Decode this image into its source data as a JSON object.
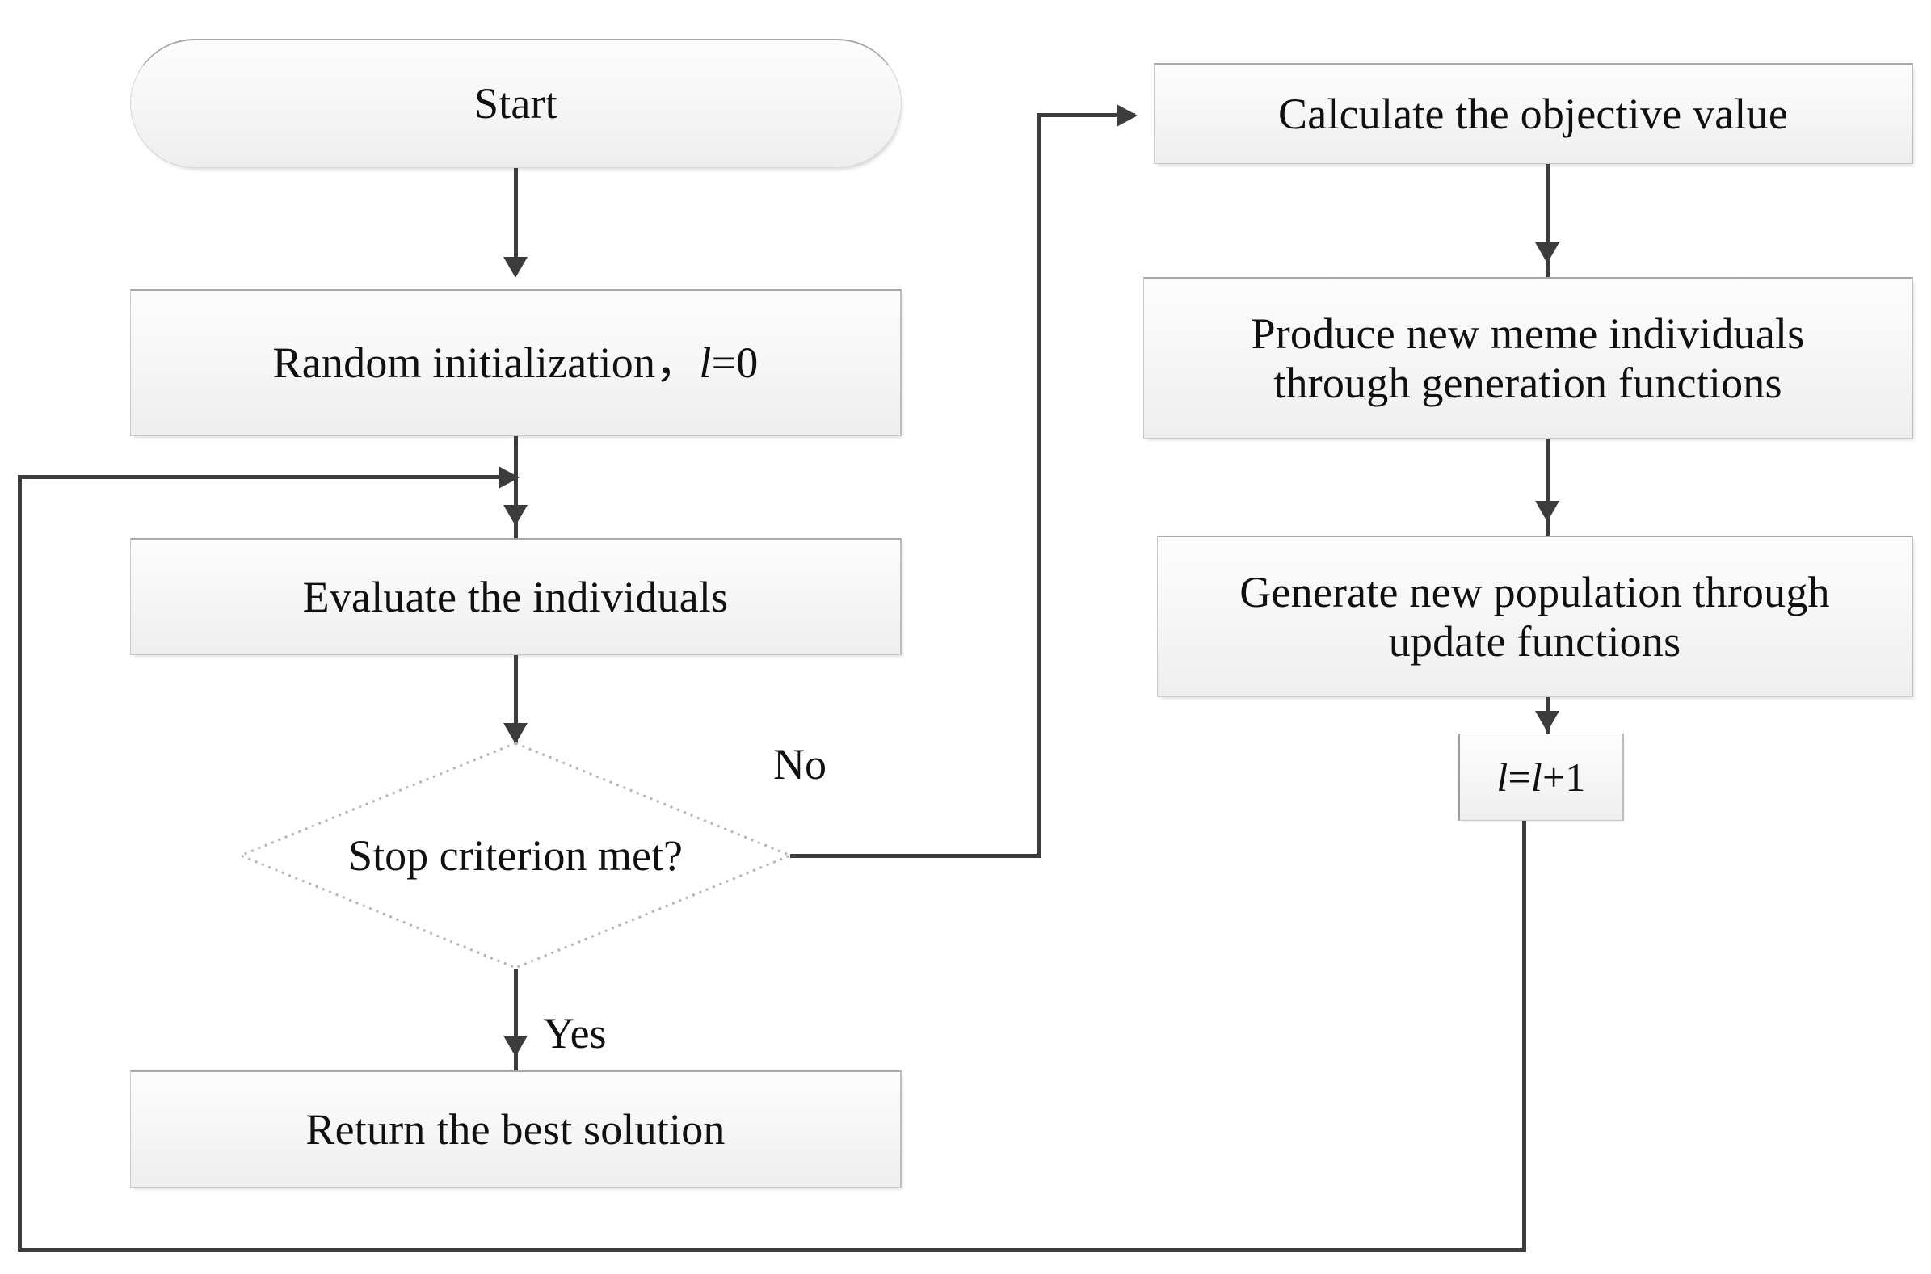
{
  "diagram": {
    "title": "Algorithm flowchart",
    "type": "flowchart",
    "colors": {
      "node_fill_top": "#fdfdfd",
      "node_fill_bottom": "#eeeeee",
      "node_border": "#c9c9c9",
      "connector": "#3c3c3c",
      "text": "#101010",
      "background": "#ffffff"
    }
  },
  "nodes": {
    "start": {
      "label": "Start",
      "shape": "stadium"
    },
    "random_init": {
      "label_prefix": "Random initialization，",
      "label_var": "l",
      "label_suffix": "=0",
      "shape": "rect"
    },
    "evaluate": {
      "label": "Evaluate the individuals",
      "shape": "rect"
    },
    "stop_criterion": {
      "label": "Stop criterion met?",
      "shape": "diamond"
    },
    "return_best": {
      "label": "Return the best solution",
      "shape": "rect"
    },
    "calculate_objective": {
      "label": "Calculate the objective value",
      "shape": "rect"
    },
    "produce_meme": {
      "label_line1": "Produce new meme individuals",
      "label_line2": "through generation functions",
      "shape": "rect"
    },
    "generate_population": {
      "label_line1": "Generate new population through",
      "label_line2": "update functions",
      "shape": "rect"
    },
    "increment": {
      "label_var1": "l",
      "label_eq": "=",
      "label_var2": "l",
      "label_plus": "+1",
      "shape": "rect"
    }
  },
  "edge_labels": {
    "no": "No",
    "yes": "Yes"
  },
  "edges": [
    {
      "from": "start",
      "to": "random_init",
      "label": ""
    },
    {
      "from": "random_init",
      "to": "evaluate",
      "label": ""
    },
    {
      "from": "evaluate",
      "to": "stop_criterion",
      "label": ""
    },
    {
      "from": "stop_criterion",
      "to": "return_best",
      "label": "Yes"
    },
    {
      "from": "stop_criterion",
      "to": "calculate_objective",
      "label": "No"
    },
    {
      "from": "calculate_objective",
      "to": "produce_meme",
      "label": ""
    },
    {
      "from": "produce_meme",
      "to": "generate_population",
      "label": ""
    },
    {
      "from": "generate_population",
      "to": "increment",
      "label": ""
    },
    {
      "from": "increment",
      "to": "evaluate",
      "label": ""
    }
  ]
}
